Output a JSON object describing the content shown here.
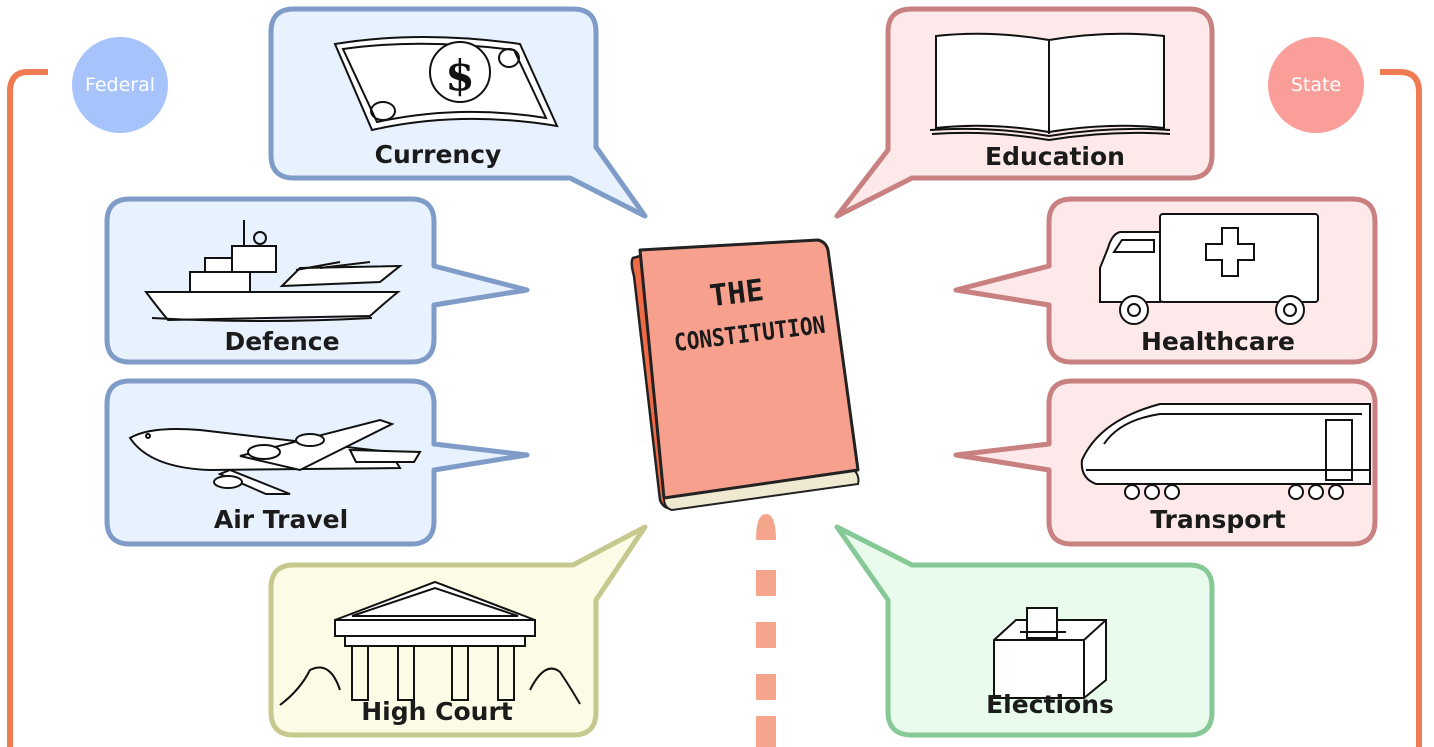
{
  "sides": {
    "federal": {
      "label": "Federal",
      "color": "#a6c4fb"
    },
    "state": {
      "label": "State",
      "color": "#f99e98"
    }
  },
  "center": {
    "title_line1": "THE",
    "title_line2": "CONSTITUTION"
  },
  "federal_items": [
    {
      "label": "Currency",
      "icon": "banknote-icon"
    },
    {
      "label": "Defence",
      "icon": "warship-icon"
    },
    {
      "label": "Air Travel",
      "icon": "airplane-icon"
    },
    {
      "label": "High Court",
      "icon": "courthouse-icon"
    }
  ],
  "state_items": [
    {
      "label": "Education",
      "icon": "open-book-icon"
    },
    {
      "label": "Healthcare",
      "icon": "ambulance-icon"
    },
    {
      "label": "Transport",
      "icon": "train-icon"
    },
    {
      "label": "Elections",
      "icon": "ballot-box-icon"
    }
  ],
  "colors": {
    "federal_fill": "#e8f1fe",
    "federal_stroke": "#7f9cc8",
    "state_fill": "#fde9e9",
    "state_stroke": "#c98080",
    "court_fill": "#fbfbe6",
    "court_stroke": "#c7c88e",
    "election_fill": "#e8fbec",
    "election_stroke": "#86c896",
    "bracket": "#f07a52",
    "divider": "#f4a58c",
    "book_cover": "#f7a08d",
    "book_spine": "#ef6a46"
  }
}
